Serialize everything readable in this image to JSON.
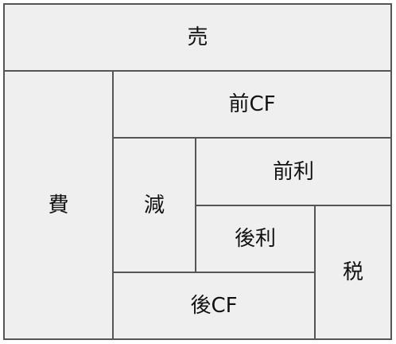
{
  "diagram": {
    "blocks": {
      "uri": "売",
      "hi": "費",
      "mae_cf": "前CF",
      "gen": "減",
      "mae_ri": "前利",
      "ato_ri": "後利",
      "zei": "税",
      "ato_cf": "後CF"
    }
  },
  "colors": {
    "block_fill": "#efefef",
    "border": "#555555",
    "text": "#111111"
  }
}
